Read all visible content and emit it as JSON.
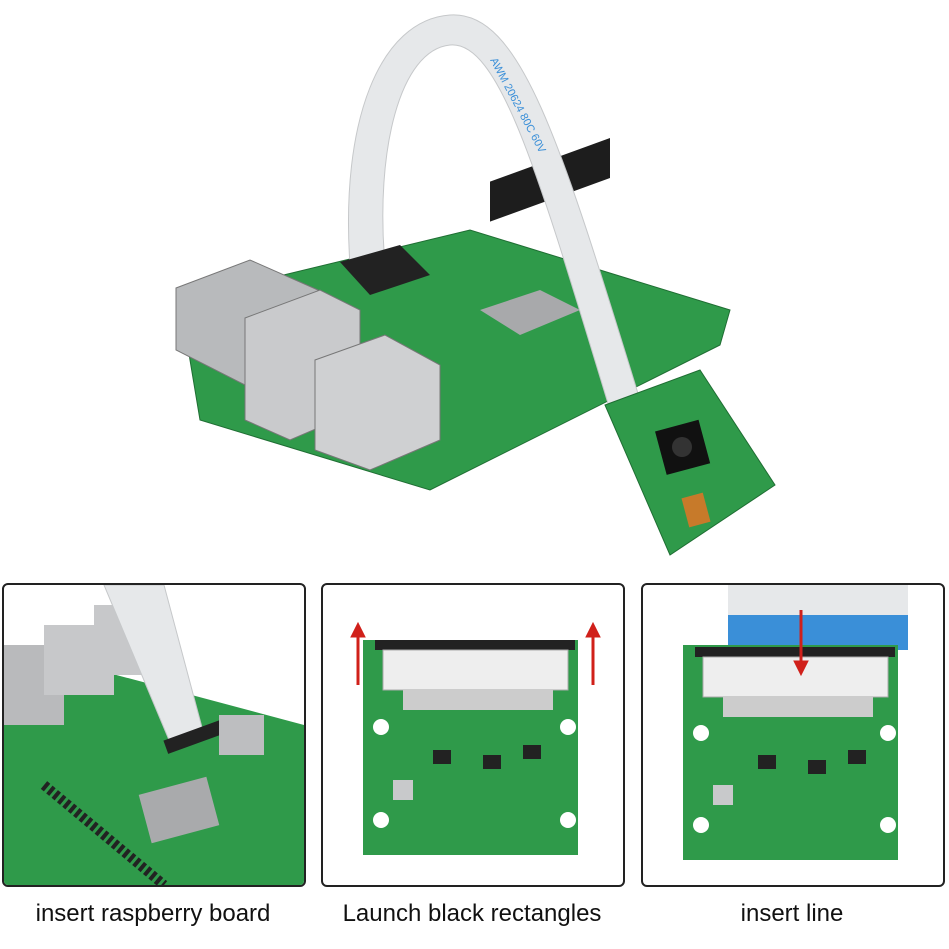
{
  "ribbon_print": "AWM 20624 80C 60V",
  "colors": {
    "pcb_green": "#2f9a4a",
    "ribbon": "#e6e8ea",
    "ribbon_blue": "#3a8fd8",
    "arrow_red": "#d0201a",
    "border": "#222222"
  },
  "panels": [
    {
      "caption": "insert raspberry board"
    },
    {
      "caption": "Launch black rectangles"
    },
    {
      "caption": "insert line"
    }
  ]
}
